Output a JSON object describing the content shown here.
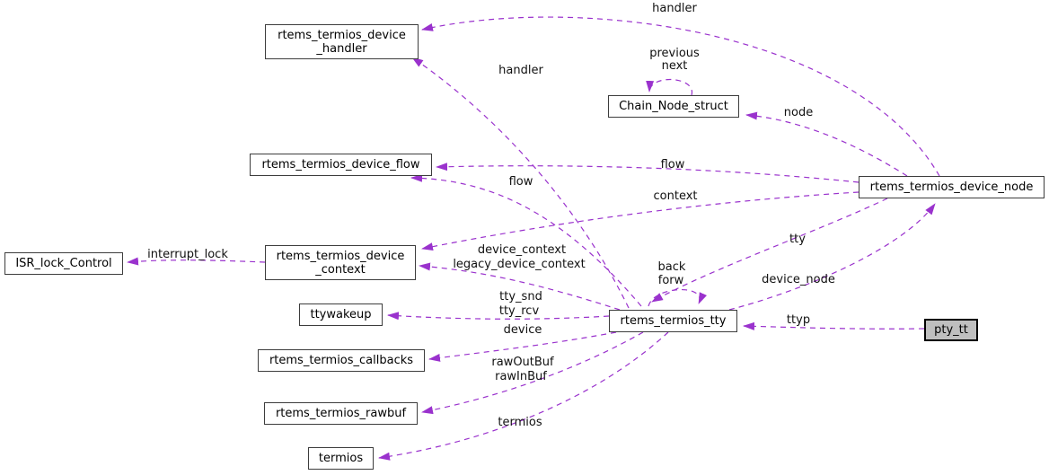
{
  "nodes": {
    "device_handler": {
      "label": "rtems_termios_device\n_handler"
    },
    "chain_node": {
      "label": "Chain_Node_struct"
    },
    "device_flow": {
      "label": "rtems_termios_device_flow"
    },
    "device_node": {
      "label": "rtems_termios_device_node"
    },
    "isr_lock": {
      "label": "ISR_lock_Control"
    },
    "device_context": {
      "label": "rtems_termios_device\n_context"
    },
    "ttywakeup": {
      "label": "ttywakeup"
    },
    "tty": {
      "label": "rtems_termios_tty"
    },
    "pty_tt": {
      "label": "pty_tt"
    },
    "callbacks": {
      "label": "rtems_termios_callbacks"
    },
    "rawbuf": {
      "label": "rtems_termios_rawbuf"
    },
    "termios": {
      "label": "termios"
    }
  },
  "edge_labels": {
    "handler_top": "handler",
    "handler_mid": "handler",
    "previous": "previous",
    "next": "next",
    "node": "node",
    "flow_right": "flow",
    "flow_left": "flow",
    "context": "context",
    "device_context": "device_context",
    "legacy_device_context": "legacy_device_context",
    "interrupt_lock": "interrupt_lock",
    "back": "back",
    "forw": "forw",
    "tty": "tty",
    "device_node": "device_node",
    "tty_snd": "tty_snd",
    "tty_rcv": "tty_rcv",
    "device": "device",
    "ttyp": "ttyp",
    "rawOutBuf": "rawOutBuf",
    "rawInBuf": "rawInBuf",
    "termios": "termios"
  },
  "colors": {
    "edge": "#9a32cd",
    "node_fill": "#ffffff",
    "highlight_fill": "#bfbfbf",
    "node_border": "#3d3d3d",
    "text": "#000000"
  }
}
